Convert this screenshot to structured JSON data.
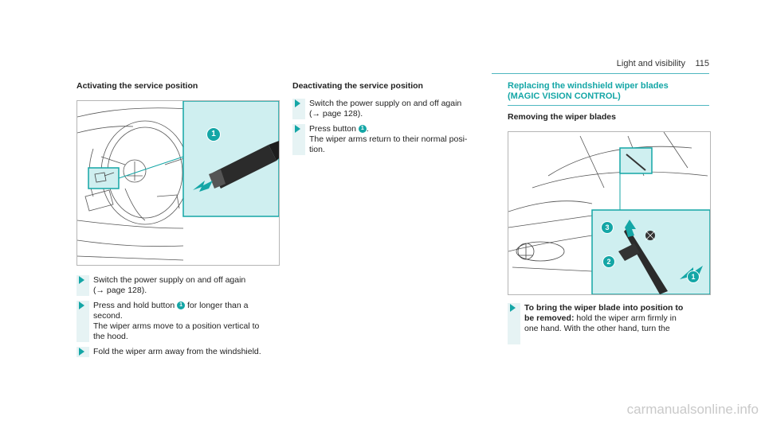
{
  "header": {
    "section_title": "Light and visibility",
    "page_number": "115"
  },
  "left": {
    "heading": "Activating the service position",
    "badge": "1",
    "steps": [
      {
        "lines": [
          "Switch the power supply on and off again",
          "(→ page 128)."
        ]
      },
      {
        "pre": "Press and hold button",
        "badge": "1",
        "post": "for longer than a",
        "lines": [
          "second.",
          "The wiper arms move to a position vertical to",
          "the hood."
        ]
      },
      {
        "lines": [
          "Fold the wiper arm away from the windshield."
        ]
      }
    ]
  },
  "middle": {
    "heading": "Deactivating the service position",
    "steps": [
      {
        "lines": [
          "Switch the power supply on and off again",
          "(→ page 128)."
        ]
      },
      {
        "pre": "Press button",
        "badge": "1",
        "post": ".",
        "lines": [
          "The wiper arms return to their normal posi-",
          "tion."
        ]
      }
    ]
  },
  "right": {
    "heading_line1": "Replacing the windshield wiper blades",
    "heading_line2": "(MAGIC VISION CONTROL)",
    "subheading": "Removing the wiper blades",
    "badges": [
      "3",
      "2",
      "1"
    ],
    "step": {
      "bold1": "To bring the wiper blade into position to",
      "bold2": "be removed:",
      "rest2": " hold the wiper arm firmly in",
      "line3": "one hand. With the other hand, turn the"
    }
  },
  "watermark": "carmanualsonline.info",
  "colors": {
    "accent": "#14a6a6",
    "panel": "#c8ebec",
    "rule": "#4fb7c0"
  }
}
